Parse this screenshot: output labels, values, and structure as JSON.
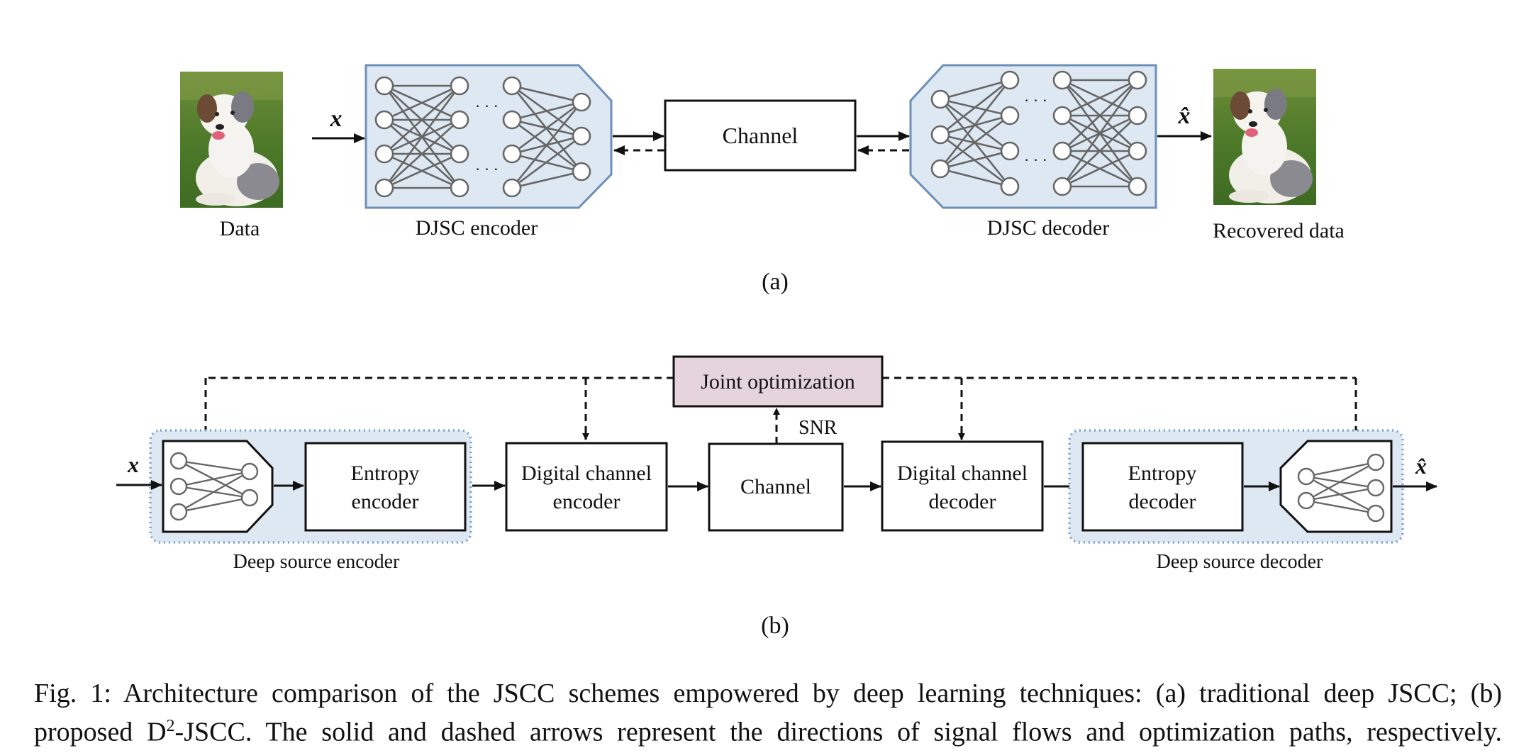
{
  "panel_a": {
    "input_label": "Data",
    "input_var": "x",
    "encoder_label": "DJSC encoder",
    "channel_label": "Channel",
    "decoder_label": "DJSC decoder",
    "output_var": "x̂",
    "output_label": "Recovered data",
    "tag": "(a)"
  },
  "panel_b": {
    "joint_label": "Joint optimization",
    "snr_label": "SNR",
    "input_var": "x",
    "output_var": "x̂",
    "entropy_encoder": [
      "Entropy",
      "encoder"
    ],
    "digital_channel_encoder": [
      "Digital channel",
      "encoder"
    ],
    "channel_label": "Channel",
    "digital_channel_decoder": [
      "Digital channel",
      "decoder"
    ],
    "entropy_decoder": [
      "Entropy",
      "decoder"
    ],
    "deep_source_encoder_label": "Deep source encoder",
    "deep_source_decoder_label": "Deep source decoder",
    "tag": "(b)"
  },
  "caption": {
    "line1": "Fig. 1: Architecture comparison of the JSCC schemes empowered by deep learning techniques: (a) traditional deep JSCC; (b)",
    "line2_pre": "proposed D",
    "line2_sup": "2",
    "line2_post": "-JSCC. The solid and dashed arrows represent the directions of signal flows and optimization paths, respectively."
  },
  "colors": {
    "nn_box_fill": "#dde8f2",
    "nn_box_stroke": "#6d8fb8",
    "joint_fill": "#e6d4dd",
    "dotted_stroke": "#7f9fcf",
    "neuron_stroke": "#666666"
  }
}
